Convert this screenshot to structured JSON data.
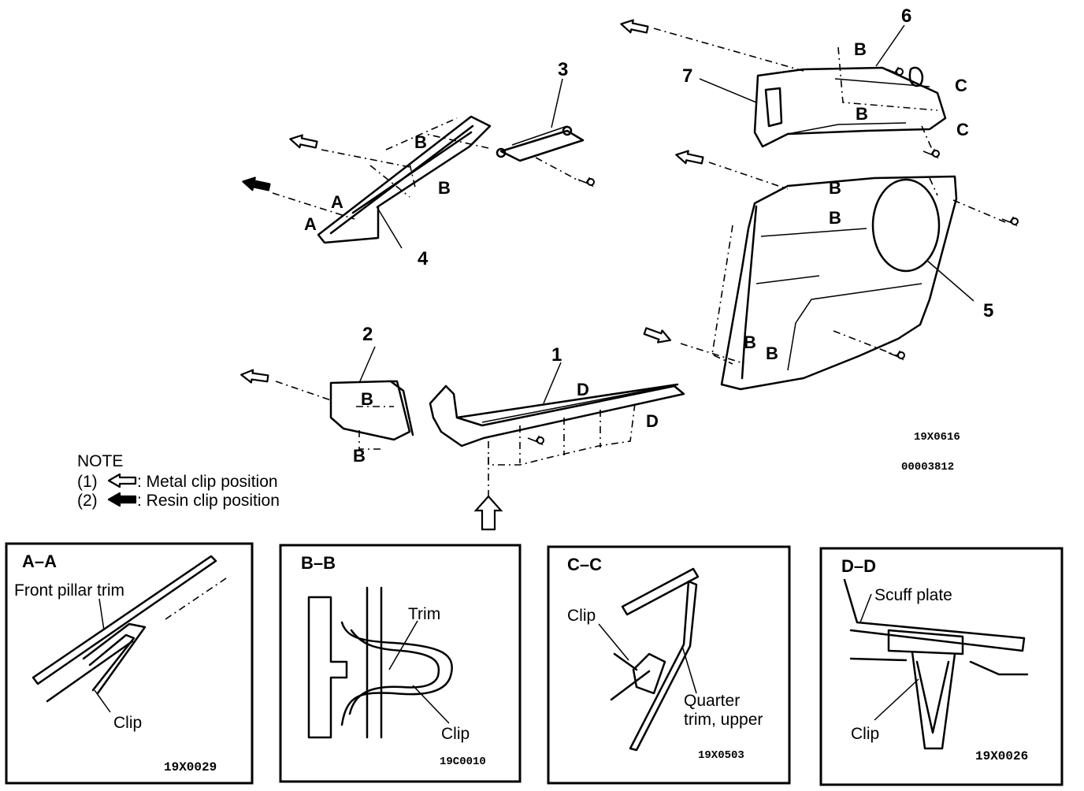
{
  "parts": {
    "p1": "1",
    "p2": "2",
    "p3": "3",
    "p4": "4",
    "p5": "5",
    "p6": "6",
    "p7": "7"
  },
  "section_markers": {
    "a": "A",
    "b": "B",
    "c": "C",
    "d": "D"
  },
  "image_codes": {
    "main_top": "19X0616",
    "main_bottom": "00003812",
    "aa": "19X0029",
    "bb": "19C0010",
    "cc": "19X0503",
    "dd": "19X0026"
  },
  "note": {
    "title": "NOTE",
    "item1_num": "(1)",
    "item1_text": ": Metal clip position",
    "item2_num": "(2)",
    "item2_text": ": Resin clip position"
  },
  "details": {
    "aa": {
      "title": "A–A",
      "label1": "Front pillar trim",
      "label2": "Clip"
    },
    "bb": {
      "title": "B–B",
      "label1": "Trim",
      "label2": "Clip"
    },
    "cc": {
      "title": "C–C",
      "label1": "Clip",
      "label2a": "Quarter",
      "label2b": "trim, upper"
    },
    "dd": {
      "title": "D–D",
      "label1": "Scuff plate",
      "label2": "Clip"
    }
  },
  "colors": {
    "ink": "#000000",
    "paper": "#ffffff"
  }
}
